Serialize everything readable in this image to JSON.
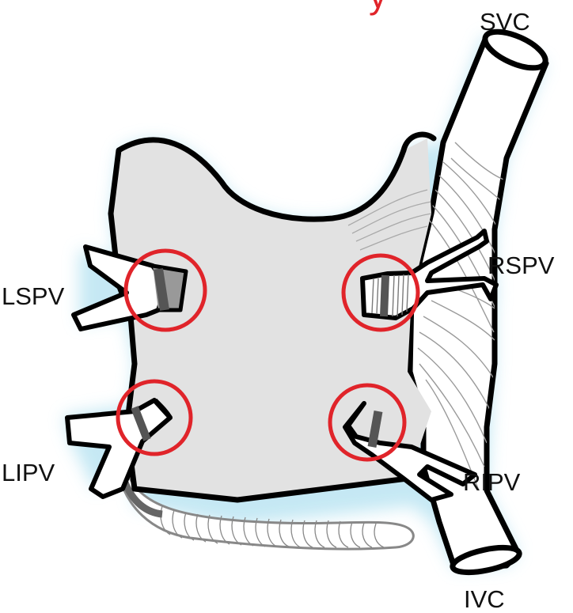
{
  "diagram": {
    "labels": {
      "svc": "SVC",
      "ivc": "IVC",
      "lspv": "LSPV",
      "lipv": "LIPV",
      "rspv": "RSPV",
      "ripv": "RIPV"
    },
    "colors": {
      "atrium_fill": "#e2e2e2",
      "outline": "#000000",
      "glow": "#bfe6f3",
      "ablation_ring": "#e0242a",
      "band_dark": "#666666",
      "band_light": "#999999",
      "title_red": "#e0242a"
    }
  }
}
